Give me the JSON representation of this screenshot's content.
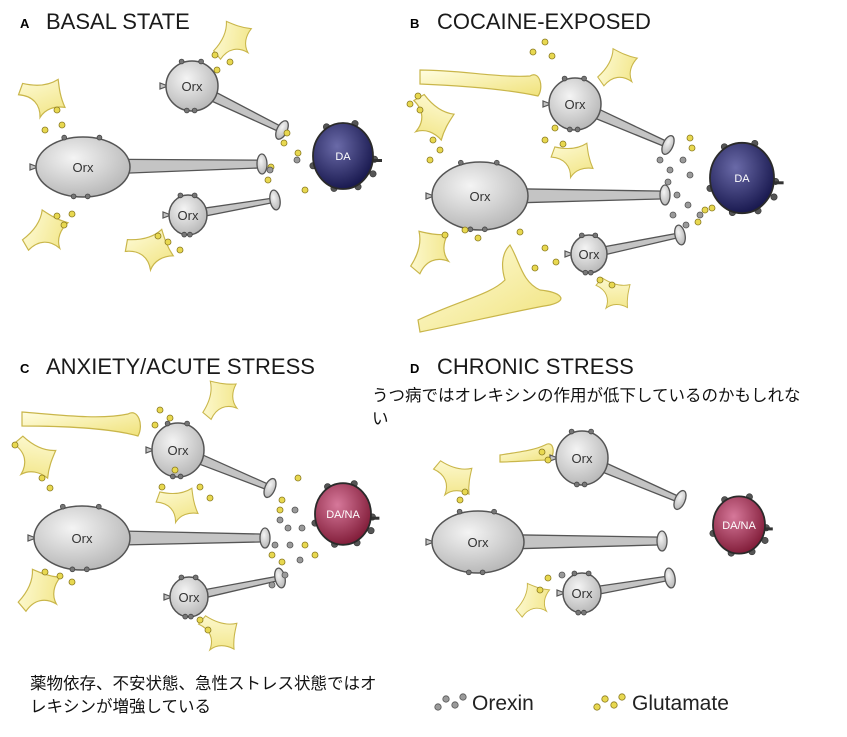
{
  "panels": {
    "a": {
      "letter": "A",
      "title": "BASAL STATE"
    },
    "b": {
      "letter": "B",
      "title": "COCAINE-EXPOSED"
    },
    "c": {
      "letter": "C",
      "title": "ANXIETY/ACUTE STRESS"
    },
    "d": {
      "letter": "D",
      "title": "CHRONIC STRESS"
    }
  },
  "labels": {
    "orx": "Orx",
    "da": "DA",
    "da_na": "DA/NA"
  },
  "notes": {
    "chronic": "うつ病ではオレキシンの作用が低下しているのかもしれない",
    "enhanced": "薬物依存、不安状態、急性ストレス状態ではオレキシンが増強している"
  },
  "legend": {
    "orexin": "Orexin",
    "glutamate": "Glutamate"
  },
  "colors": {
    "neuron_fill": "#c8c8c8",
    "neuron_stroke": "#555555",
    "da_fill": "#1f1f5e",
    "da_na_fill": "#8e1f3d",
    "glut_fill": "#fbf5a5",
    "glut_dot": "#e8d850",
    "orexin_dot": "#9a9a9a"
  }
}
